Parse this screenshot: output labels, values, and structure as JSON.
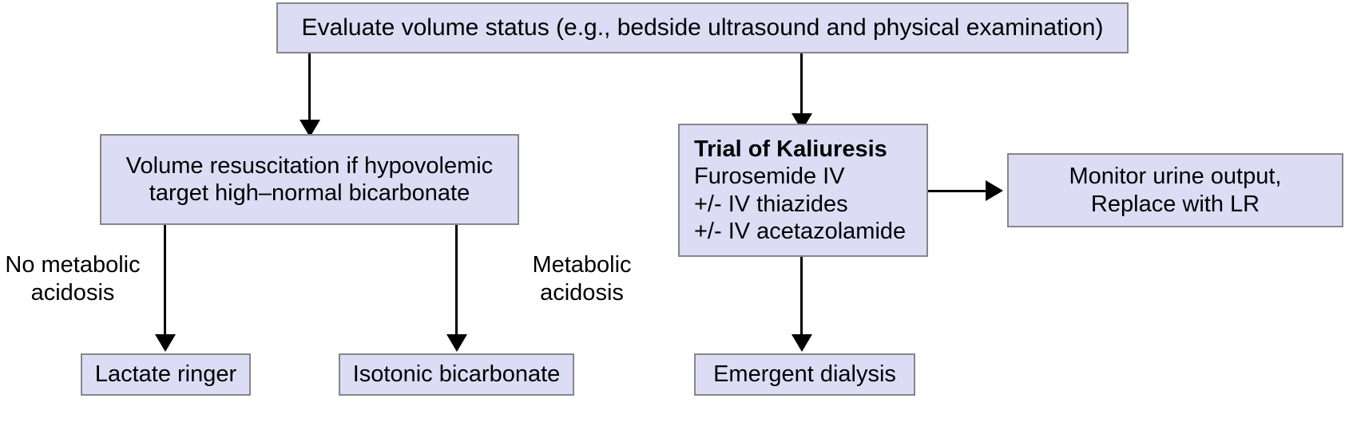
{
  "diagram": {
    "title_node": {
      "text": "Evaluate volume status (e.g., bedside ultrasound and physical examination)"
    },
    "nodes": {
      "volume_resuscitation": {
        "line1": "Volume resuscitation if hypovolemic",
        "line2": "target high–normal bicarbonate"
      },
      "trial_kaliuresis": {
        "line1": "Trial of Kaliuresis",
        "line2": "Furosemide IV",
        "line3": "+/- IV thiazides",
        "line4": "+/- IV acetazolamide"
      },
      "monitor_urine": {
        "line1": "Monitor urine output,",
        "line2": "Replace with LR"
      },
      "lactate_ringer": {
        "line1": "Lactate ringer"
      },
      "isotonic_bicarbonate": {
        "line1": "Isotonic bicarbonate"
      },
      "emergent_dialysis": {
        "line1": "Emergent dialysis"
      }
    },
    "edge_labels": {
      "no_metabolic_acidosis": {
        "line1": "No metabolic",
        "line2": "acidosis"
      },
      "metabolic_acidosis": {
        "line1": "Metabolic",
        "line2": "acidosis"
      }
    },
    "colors": {
      "node_fill": "#dcdcf5",
      "node_border": "#868686",
      "connector": "#000000",
      "text": "#000000",
      "background": "#ffffff"
    }
  }
}
